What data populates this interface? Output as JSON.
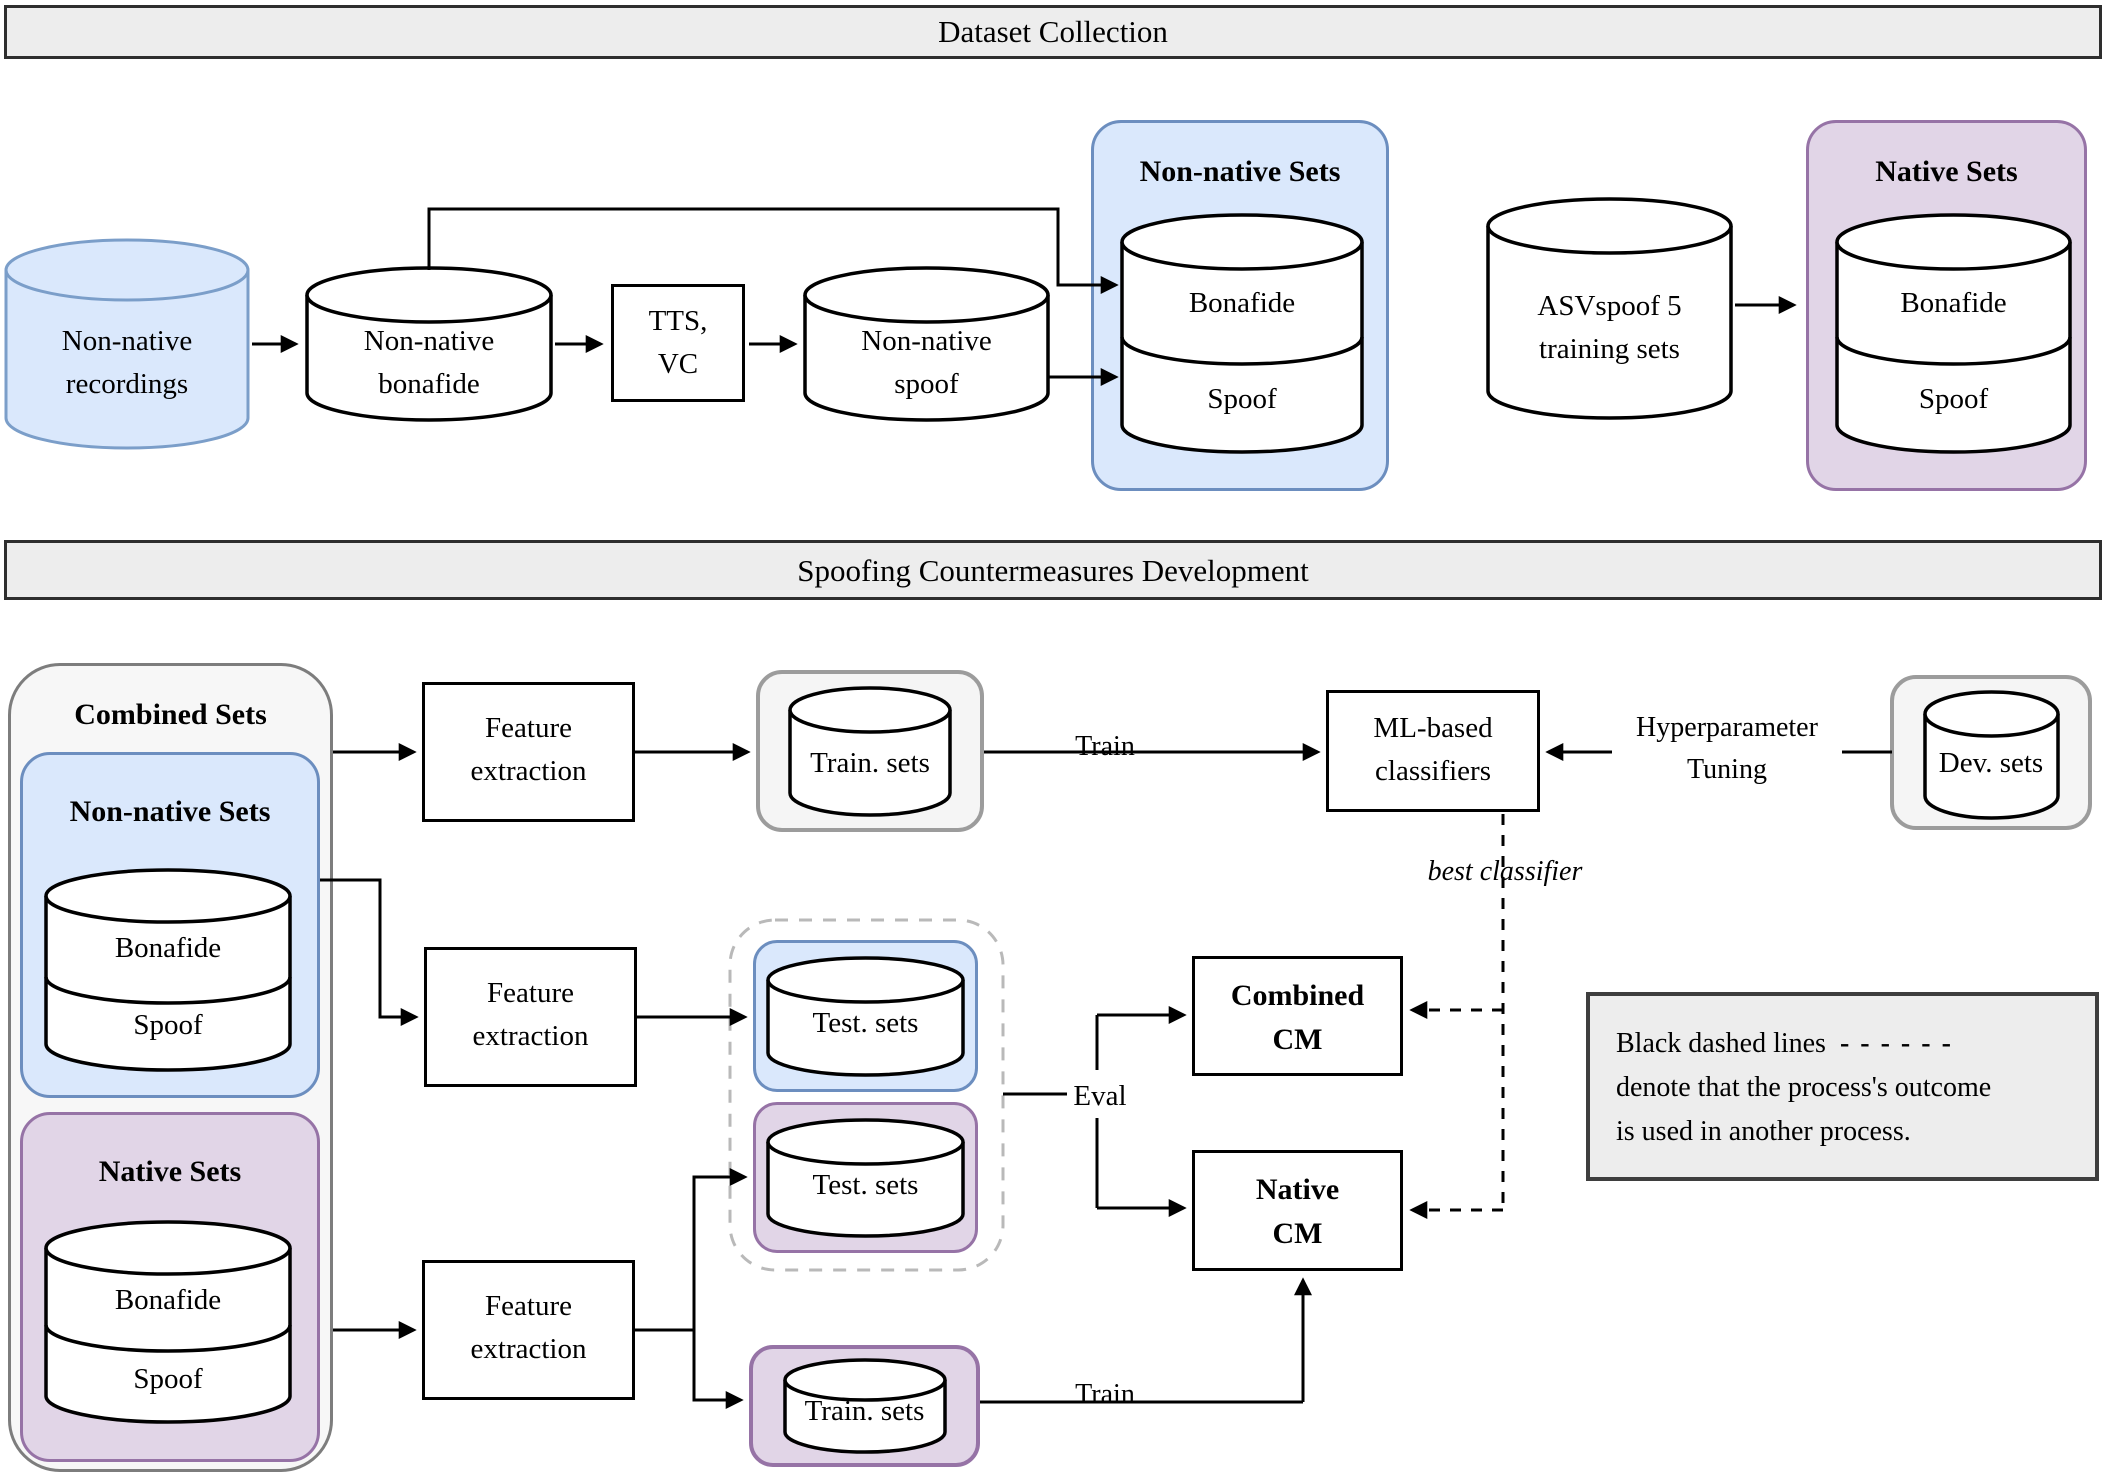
{
  "headers": {
    "dataset_collection": "Dataset Collection",
    "cm_development": "Spoofing Countermeasures Development"
  },
  "top": {
    "recordings": {
      "line1": "Non-native",
      "line2": "recordings"
    },
    "bonafide_cyl": {
      "line1": "Non-native",
      "line2": "bonafide"
    },
    "tts": {
      "line1": "TTS,",
      "line2": "VC"
    },
    "spoof_cyl": {
      "line1": "Non-native",
      "line2": "spoof"
    },
    "nonnative_sets": {
      "title": "Non-native Sets",
      "bonafide": "Bonafide",
      "spoof": "Spoof"
    },
    "asvspoof": {
      "line1": "ASVspoof 5",
      "line2": "training sets"
    },
    "native_sets": {
      "title": "Native Sets",
      "bonafide": "Bonafide",
      "spoof": "Spoof"
    }
  },
  "dev": {
    "combined_sets": {
      "title": "Combined Sets",
      "nonnative": {
        "title": "Non-native Sets",
        "bonafide": "Bonafide",
        "spoof": "Spoof"
      },
      "native": {
        "title": "Native Sets",
        "bonafide": "Bonafide",
        "spoof": "Spoof"
      }
    },
    "feature_extraction": {
      "line1": "Feature",
      "line2": "extraction"
    },
    "train_sets_combined": "Train. sets",
    "train_label_1": "Train",
    "ml_classifiers": {
      "line1": "ML-based",
      "line2": "classifiers"
    },
    "hyperparameter": {
      "line1": "Hyperparameter",
      "line2": "Tuning"
    },
    "dev_sets": "Dev. sets",
    "best_classifier": "best classifier",
    "test_sets_nonnative": "Test. sets",
    "test_sets_native": "Test. sets",
    "eval_label": "Eval",
    "combined_cm": {
      "line1": "Combined",
      "line2": "CM"
    },
    "native_cm": {
      "line1": "Native",
      "line2": "CM"
    },
    "train_sets_native": "Train. sets",
    "train_label_2": "Train",
    "legend": {
      "line1": "Black dashed lines",
      "dashes": "- - - - - -",
      "line2": "denote that the process's outcome",
      "line3": "is used in another process."
    }
  },
  "colors": {
    "blue_fill": "#dae8fc",
    "blue_stroke": "#6c8ebf",
    "purple_fill": "#e1d5e7",
    "purple_stroke": "#9673a6",
    "gray_fill": "#f5f5f5",
    "gray_stroke": "#9c9c9c",
    "header_fill": "#ededed",
    "header_stroke": "#2e2e2e",
    "line": "#000000",
    "dashed_container": "#b9b9b9"
  }
}
